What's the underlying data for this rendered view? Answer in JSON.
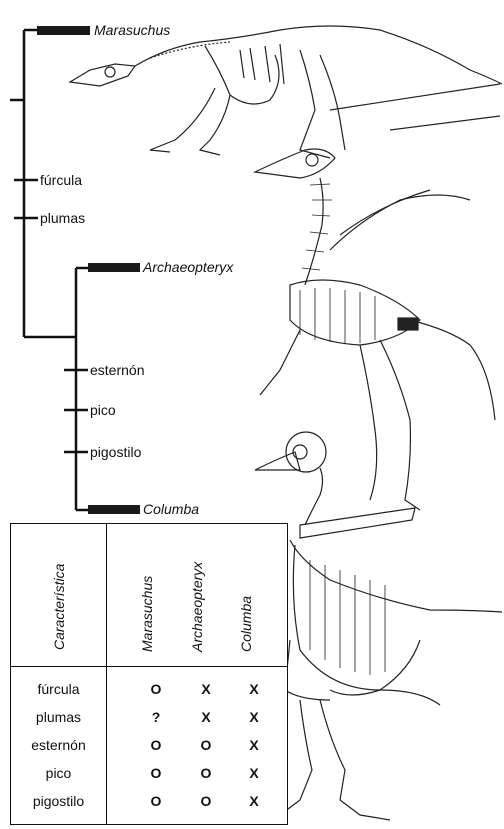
{
  "taxa": [
    "Marasuchus",
    "Archaeopteryx",
    "Columba"
  ],
  "characters": [
    "fúrcula",
    "plumas",
    "esternón",
    "pico",
    "pigostilo"
  ],
  "table": {
    "header": "Característica",
    "columns": [
      "Marasuchus",
      "Archaeopteryx",
      "Columba"
    ],
    "rows": [
      {
        "label": "fúrcula",
        "values": [
          "O",
          "X",
          "X"
        ]
      },
      {
        "label": "plumas",
        "values": [
          "?",
          "X",
          "X"
        ]
      },
      {
        "label": "esternón",
        "values": [
          "O",
          "O",
          "X"
        ]
      },
      {
        "label": "pico",
        "values": [
          "O",
          "O",
          "X"
        ]
      },
      {
        "label": "pigostilo",
        "values": [
          "O",
          "O",
          "X"
        ]
      }
    ]
  },
  "icons": [
    "marasuchus-skeleton-icon",
    "archaeopteryx-skeleton-icon",
    "columba-skeleton-icon"
  ]
}
